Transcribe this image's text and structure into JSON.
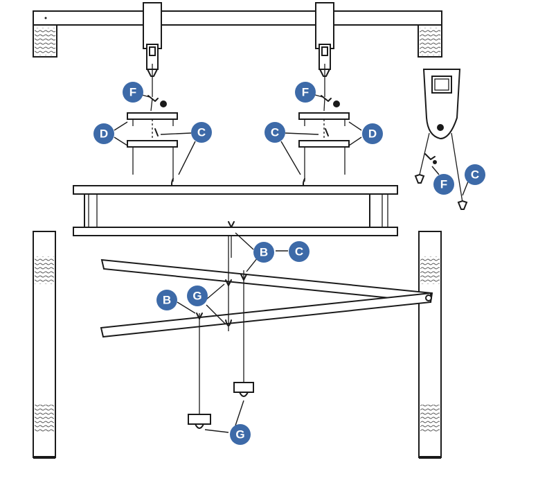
{
  "colors": {
    "badge": "#3d6aa8",
    "ink": "#1a1a1a",
    "wood_grain": "#555555"
  },
  "badges": [
    {
      "id": "F-left",
      "letter": "F"
    },
    {
      "id": "F-right",
      "letter": "F"
    },
    {
      "id": "D-left",
      "letter": "D"
    },
    {
      "id": "D-right",
      "letter": "D"
    },
    {
      "id": "C-left",
      "letter": "C"
    },
    {
      "id": "C-right",
      "letter": "C"
    },
    {
      "id": "F-detail",
      "letter": "F"
    },
    {
      "id": "C-detail",
      "letter": "C"
    },
    {
      "id": "B-right",
      "letter": "B"
    },
    {
      "id": "C-lower",
      "letter": "C"
    },
    {
      "id": "B-left",
      "letter": "B"
    },
    {
      "id": "G-upper",
      "letter": "G"
    },
    {
      "id": "G-lower",
      "letter": "G"
    }
  ]
}
